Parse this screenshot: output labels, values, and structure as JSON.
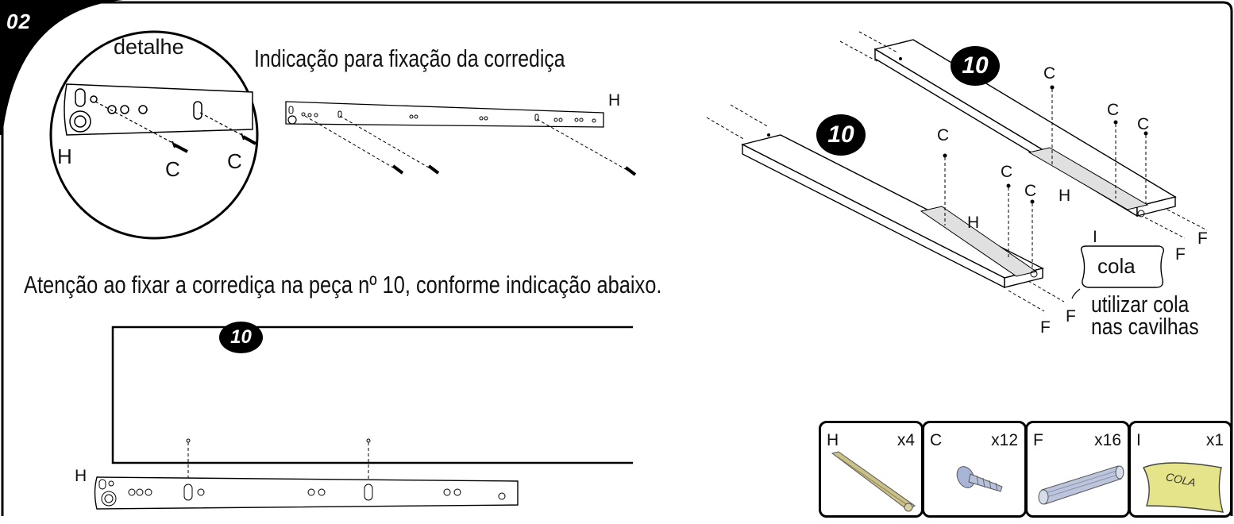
{
  "step": {
    "number": "02"
  },
  "detail": {
    "title": "detalhe",
    "label_h": "H",
    "label_c1": "C",
    "label_c2": "C"
  },
  "instructions": {
    "fixing_title": "Indicação para fixação da corrediça",
    "attention": "Atenção ao fixar a corrediça na peça nº 10, conforme indicação abaixo."
  },
  "top_slide": {
    "label_h": "H"
  },
  "panels": {
    "badge_upper": "10",
    "badge_lower": "10",
    "badge_front": "10",
    "labels": {
      "c1": "C",
      "c2": "C",
      "c3": "C",
      "c4": "C",
      "c5": "C",
      "c6": "C",
      "h1": "H",
      "h2": "H",
      "f1": "F",
      "f2": "F",
      "f3": "F",
      "f4": "F"
    }
  },
  "glue": {
    "letter": "I",
    "label": "cola",
    "note_line1": "utilizar cola",
    "note_line2": "nas cavilhas"
  },
  "front_view": {
    "label_h": "H"
  },
  "parts": [
    {
      "letter": "H",
      "qty": "x4",
      "icon": "slide-rail-icon"
    },
    {
      "letter": "C",
      "qty": "x12",
      "icon": "screw-icon"
    },
    {
      "letter": "F",
      "qty": "x16",
      "icon": "dowel-icon"
    },
    {
      "letter": "I",
      "qty": "x1",
      "icon": "glue-pack-icon",
      "pack_text": "COLA"
    }
  ]
}
